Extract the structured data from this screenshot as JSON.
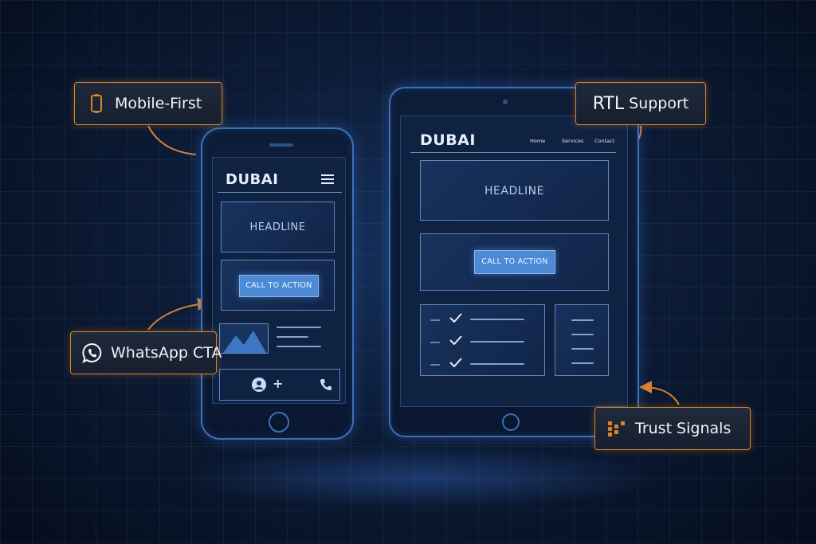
{
  "colors": {
    "accent_orange": "#d9822b",
    "device_blue": "#3d6fb8",
    "cta_blue": "#4d8ad6",
    "background": "#0c1b36"
  },
  "callouts": {
    "mobile_first": {
      "label": "Mobile-First",
      "icon": "smartphone-icon"
    },
    "rtl_support": {
      "label_strong": "RTL",
      "label_rest": "Support"
    },
    "whatsapp_cta": {
      "label": "WhatsApp CTA",
      "icon": "whatsapp-icon"
    },
    "trust_signals": {
      "label": "Trust Signals",
      "icon": "trust-blocks-icon"
    }
  },
  "phone": {
    "logo": "DUBAI",
    "headline": "HEADLINE",
    "cta_label": "CALL TO ACTION",
    "icons": [
      "hamburger-menu-icon",
      "image-placeholder-icon",
      "avatar-icon",
      "plus-icon",
      "phone-icon"
    ]
  },
  "tablet": {
    "logo": "DUBAI",
    "nav": [
      "Home",
      "Services",
      "Contact"
    ],
    "headline": "HEADLINE",
    "cta_label": "CALL TO ACTION",
    "icons": [
      "checkmark-icon",
      "list-icon"
    ]
  }
}
